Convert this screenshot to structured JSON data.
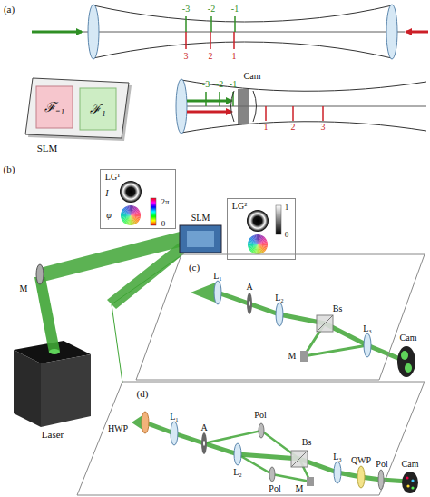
{
  "diagram": {
    "nodes": [
      {
        "text": [
          "SLM"
        ]
      },
      {
        "text": [
          "ℱ₋₁"
        ],
        "in": 0
      },
      {
        "text": [
          "ℱ₁"
        ],
        "in": 0
      },
      {
        "text": [
          "LG¹",
          "I",
          "φ",
          "2π",
          "0"
        ]
      },
      {
        "text": [
          "LG²",
          "1",
          "0"
        ]
      },
      {
        "text": [
          "(c)"
        ]
      },
      {
        "text": [
          "(d)"
        ]
      }
    ],
    "labels": [
      "(a)",
      "-3",
      "-2",
      "-1",
      "3",
      "2",
      "1",
      "Cam",
      "-3",
      "-2",
      "-1",
      "1",
      "2",
      "3",
      "(b)",
      "SLM",
      "M",
      "Laser",
      "L₁",
      "A",
      "L₂",
      "Bs",
      "M",
      "L₃",
      "Cam",
      "HWP",
      "L₁",
      "A",
      "Pol",
      "L₂",
      "Bs",
      "Pol",
      "M",
      "L₃",
      "QWP",
      "Pol",
      "Cam"
    ]
  }
}
